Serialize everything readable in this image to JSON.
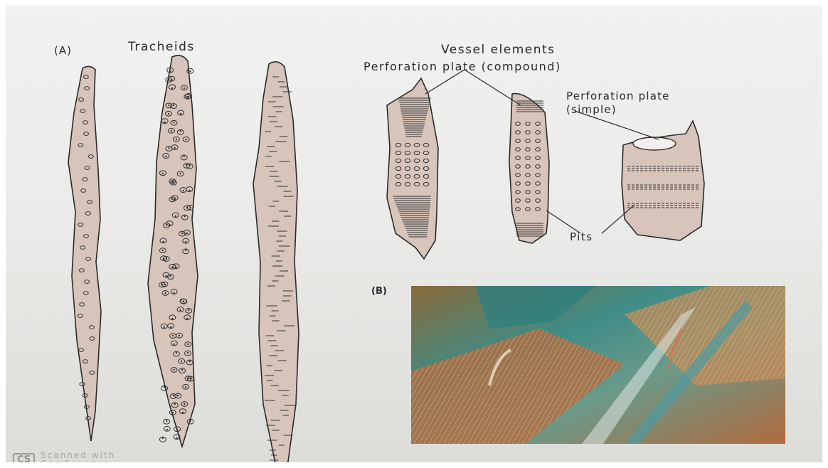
{
  "panel_a": {
    "label": "(A)",
    "tracheids_title": "Tracheids",
    "vessel_title": "Vessel elements",
    "perforation_compound": "Perforation plate (compound)",
    "perforation_simple": "Perforation plate\n(simple)",
    "pits": "Pits"
  },
  "panel_b": {
    "label": "(B)"
  },
  "watermark": {
    "badge": "CS",
    "text": "Scanned with\nCamScanner"
  },
  "colors": {
    "cell_fill": "#d7c4bb",
    "outline": "#2b2b2b",
    "page": "#eeeeec"
  }
}
